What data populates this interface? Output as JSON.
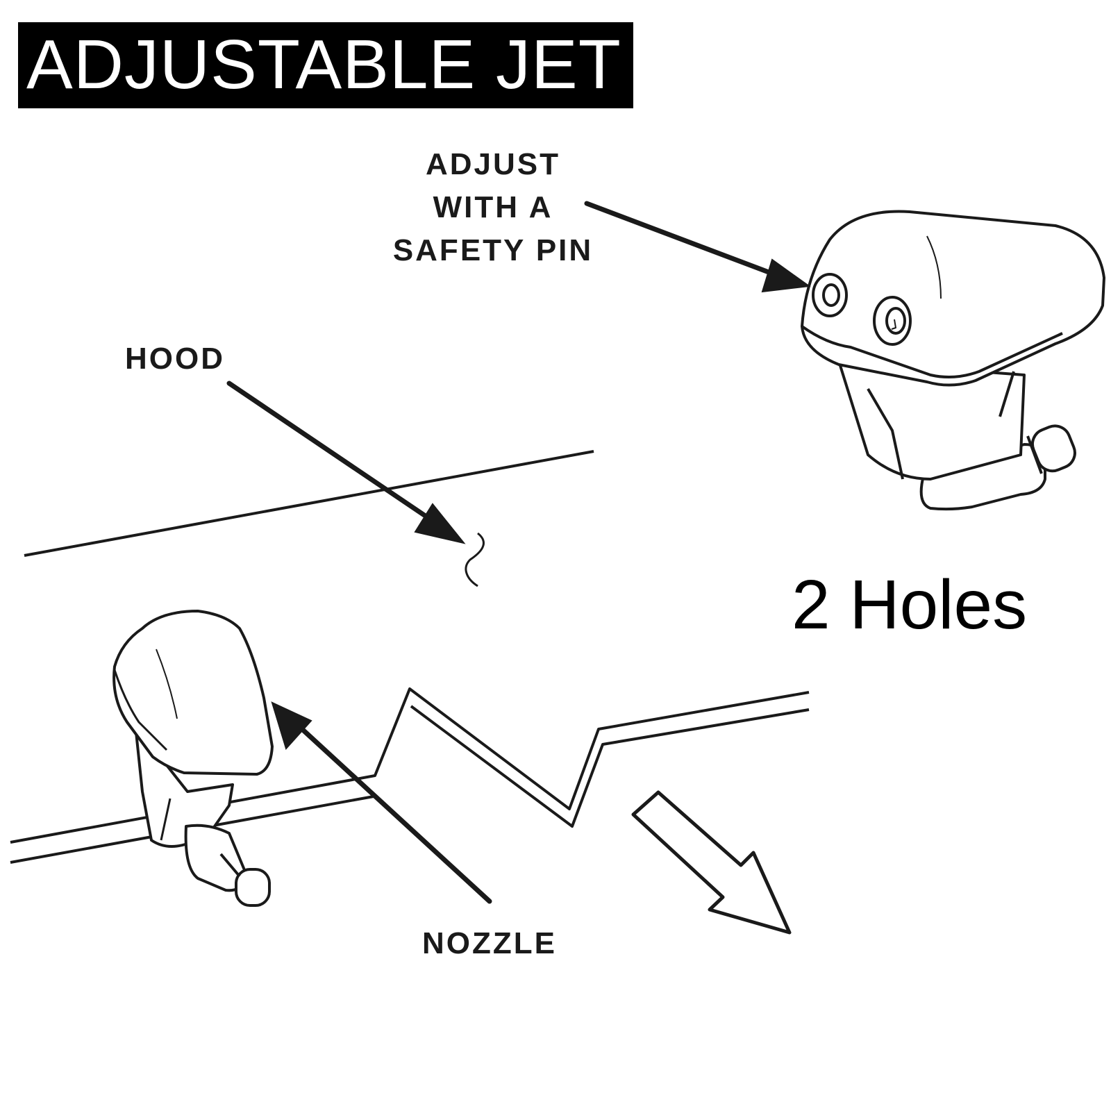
{
  "title": "ADJUSTABLE JET",
  "labels": {
    "adjust": [
      "ADJUST",
      "WITH A",
      "SAFETY PIN"
    ],
    "hood": "HOOD",
    "nozzle": "NOZZLE",
    "holes": "2 Holes"
  },
  "colors": {
    "title_bg": "#000000",
    "title_text": "#ffffff",
    "ink": "#1a1a1a"
  }
}
